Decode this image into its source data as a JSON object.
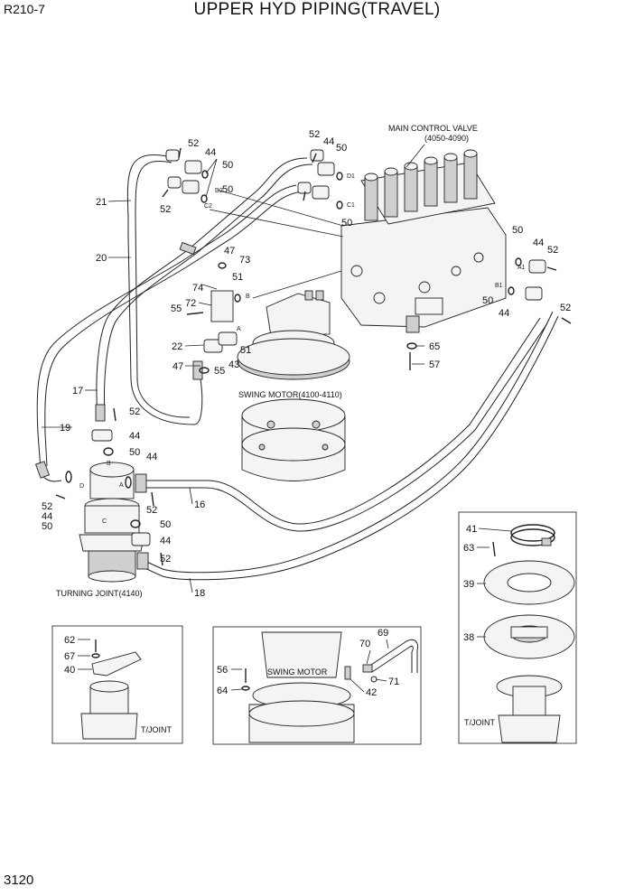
{
  "header": {
    "model": "R210-7",
    "title": "UPPER HYD PIPING(TRAVEL)"
  },
  "footer": {
    "page_number": "3120"
  },
  "labels": {
    "mcv": "MAIN CONTROL VALVE",
    "mcv_range": "(4050-4090)",
    "swing_motor": "SWING MOTOR(4100-4110)",
    "turning_joint": "TURNING JOINT(4140)",
    "inset_swing_motor": "SWING MOTOR",
    "tjoint_left": "T/JOINT",
    "tjoint_right": "T/JOINT"
  },
  "ports": {
    "d1": "D1",
    "d2": "D2",
    "c1": "C1",
    "c2": "C2",
    "a1": "A1",
    "b1": "B1",
    "b": "B",
    "a": "A",
    "tj_b": "B",
    "tj_d": "D",
    "tj_a": "A",
    "tj_c": "C"
  },
  "callouts": [
    "52",
    "44",
    "50",
    "50",
    "21",
    "52",
    "52",
    "44",
    "50",
    "50",
    "47",
    "73",
    "20",
    "51",
    "74",
    "72",
    "55",
    "22",
    "47",
    "43",
    "55",
    "51",
    "50",
    "44",
    "52",
    "50",
    "44",
    "52",
    "65",
    "57",
    "17",
    "52",
    "44",
    "50",
    "44",
    "19",
    "52",
    "52",
    "44",
    "50",
    "16",
    "50",
    "44",
    "52",
    "18",
    "41",
    "63",
    "39",
    "38",
    "62",
    "67",
    "40",
    "56",
    "64",
    "69",
    "70",
    "71",
    "42"
  ]
}
